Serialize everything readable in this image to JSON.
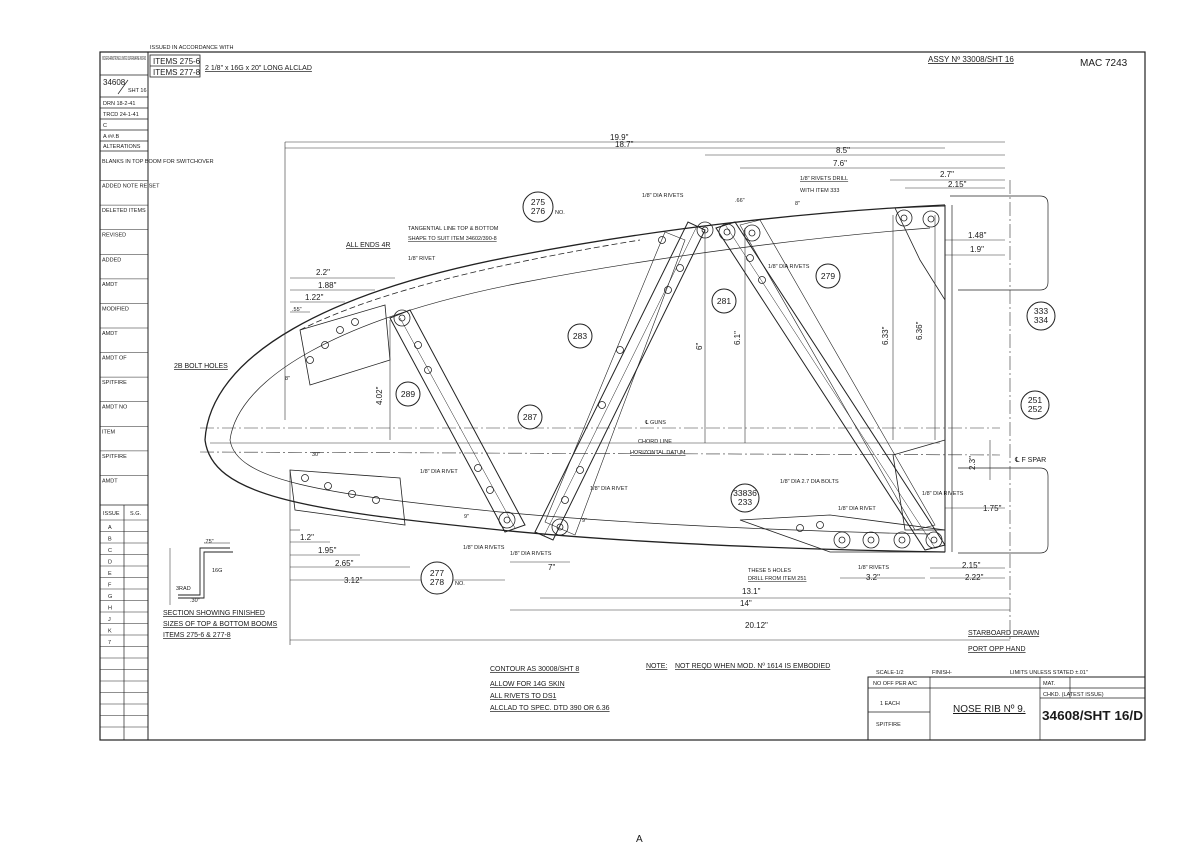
{
  "header": {
    "top_note": "ISSUED IN ACCORDANCE WITH",
    "items_1": "ITEMS 275-6",
    "items_2": "ITEMS 277-8",
    "stock": "2 1/8\" x 16G x 20\" LONG ALCLAD",
    "assy": "ASSY Nº 33008/SHT 16",
    "mac": "MAC 7243"
  },
  "left_strip": {
    "company": "VICKERS-ARMSTRONGS LIMITED SUPERMARINE WORKS",
    "dwg_no": "34608",
    "sheet": "SHT 16",
    "dates": [
      "DRN 18-2-41",
      "TRCD 24-1-41",
      "C",
      "A  ##.B"
    ],
    "alterations_title": "ALTERATIONS",
    "alteration_notes": [
      "BLANKS IN TOP BOOM FOR SWITCHOVER",
      "ADDED NOTE RE SET",
      "DELETED ITEMS",
      "REVISED",
      "ADDED",
      "AMDT",
      "MODIFIED",
      "AMDT",
      "AMDT OF",
      "SPITFIRE",
      "AMDT NO",
      "ITEM",
      "SPITFIRE",
      "AMDT"
    ],
    "issue_label": "ISSUE",
    "issue_col2": "S.G.",
    "issue_letters": [
      "A",
      "B",
      "C",
      "D",
      "E",
      "F",
      "G",
      "H",
      "J",
      "K",
      "7"
    ]
  },
  "dimensions": {
    "d_19_9": "19.9\"",
    "d_18_7": "18.7\"",
    "d_8_5": "8.5\"",
    "d_7_6": "7.6\"",
    "d_2_7": "2.7\"",
    "d_2_15_top": "2.15\"",
    "d_1_48": "1.48\"",
    "d_1_9": "1.9\"",
    "d_2_2": "2.2\"",
    "d_1_88": "1.88\"",
    "d_1_22": "1.22\"",
    "d_55": ".55\"",
    "d_4_02": "4.02\"",
    "d_6": "6\"",
    "d_6_1": "6.1\"",
    "d_6_33": "6.33\"",
    "d_6_36": "6.36\"",
    "d_66": ".66\"",
    "d_8": "8\"",
    "d_8_b": "8\"",
    "d_30": "30\"",
    "d_1_2": "1.2\"",
    "d_1_95": "1.95\"",
    "d_2_65": "2.65\"",
    "d_3_12": "3.12\"",
    "d_7": "7\"",
    "d_13_1": "13.1\"",
    "d_14": "14\"",
    "d_20_12": "20.12\"",
    "d_2_15_bot": "2.15\"",
    "d_2_22": "2.22\"",
    "d_3_2": "3.2\"",
    "d_1_75": "1.75\"",
    "d_2_3": "2.3\"",
    "d_75": ".75\"",
    "d_9": "9\"",
    "d_9_b": "9\""
  },
  "annotations": {
    "tangential_1": "TANGENTIAL LINE TOP & BOTTOM",
    "tangential_2": "SHAPE TO SUIT ITEM 34602/390-8",
    "all_ends": "ALL ENDS 4R",
    "rivet_1": "1/8\" RIVET",
    "dia_rivets": "1/8\" DIA RIVETS",
    "rivets_drill_1": "1/8\" RIVETS DRILL",
    "rivets_drill_2": "WITH ITEM 333",
    "dia_rivets_2": "1/8\" DIA RIVETS",
    "bolt_holes": "2B BOLT HOLES",
    "chord_line": "CHORD LINE",
    "datum": "HORIZONTAL DATUM",
    "guns": "℄ GUNS",
    "rivet_a": "1/8\" DIA RIVET",
    "rivet_b": "1/8\" DIA RIVET",
    "rivet_c": "1/8\" DIA RIVETS",
    "rivet_d": "1/8\" DIA RIVETS",
    "rivet_e": "1/8\" DIA RIVETS",
    "rivet_f": "1/8\" DIA RIVET",
    "rivet_g": "1/8\" DIA RIVETS",
    "rivet_h": "1/8\" DIA 2.7 DIA BOLTS",
    "f_spar": "℄ F SPAR",
    "holes_1": "THESE 5 HOLES",
    "holes_2": "DRILL FROM ITEM 251",
    "rivets_bot": "1/8\" RIVETS",
    "section_1": "SECTION SHOWING FINISHED",
    "section_2": "SIZES OF TOP & BOTTOM BOOMS",
    "section_3": "ITEMS 275-6 & 277-8",
    "sec_16g": "16G",
    "sec_75": ".75\"",
    "sec_3rad": "3RAD",
    "sec_30": ".30\"",
    "starboard": "STARBOARD DRAWN",
    "port": "PORT OPP HAND",
    "contour": "CONTOUR AS 30008/SHT 8",
    "allow": "ALLOW FOR 14G SKIN",
    "all_rivets": "ALL RIVETS TO DS1",
    "alclad": "ALCLAD TO SPEC. DTD 390 OR 6.36",
    "note_label": "NOTE:",
    "note_text": "NOT REQD WHEN MOD. Nº 1614 IS EMBODIED"
  },
  "callouts": {
    "c275": "275",
    "c276": "276",
    "c276_suffix": "NO.",
    "c279": "279",
    "c281": "281",
    "c283": "283",
    "c287": "287",
    "c289": "289",
    "c277": "277",
    "c278": "278",
    "c278_suffix": "NO.",
    "c251": "251",
    "c252": "252",
    "c333": "333",
    "c334": "334",
    "c33836": "33836",
    "c233": "233"
  },
  "title_block": {
    "scale": "SCALE-1/2",
    "finish": "FINISH-",
    "limits": "LIMITS UNLESS STATED ±.01\"",
    "no_off": "NO OFF PER A/C",
    "each": "1 EACH",
    "spitfire": "SPITFIRE",
    "part_name": "NOSE RIB Nº 9.",
    "mat_label": "MAT.",
    "chkd_label": "CHKD. (LATEST ISSUE)",
    "dwg_number": "34608/SHT 16/D"
  },
  "footer_mark": "A"
}
